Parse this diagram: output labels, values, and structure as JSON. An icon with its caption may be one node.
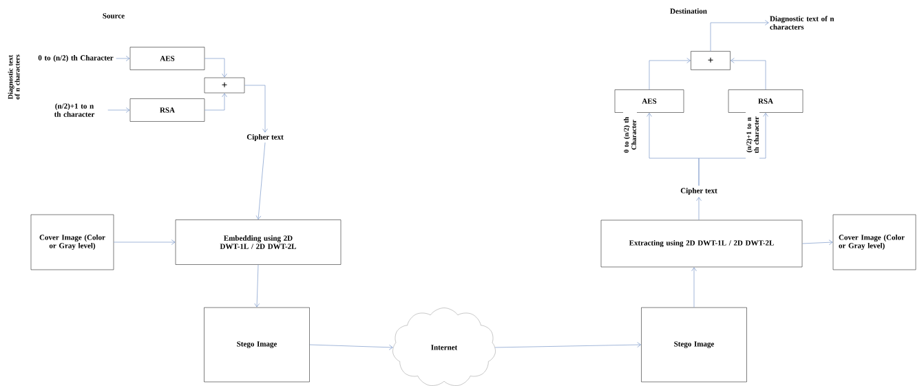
{
  "diagram": {
    "nodes": [
      {
        "text": [
          "0 to (n/2) th Character"
        ]
      },
      {
        "text": [
          "(n/2)+1 to n th character"
        ]
      },
      {
        "text": [
          "AES"
        ]
      },
      {
        "text": [
          "RSA"
        ]
      },
      {
        "text": [
          "+"
        ]
      },
      {
        "text": [
          "Cipher text"
        ]
      },
      {
        "text": [
          "Cover Image (Color or Gray level)"
        ]
      },
      {
        "text": [
          "Embedding using 2D DWT-1L / 2D DWT-2L"
        ]
      },
      {
        "text": [
          "Stego Image"
        ]
      },
      {
        "text": [
          "Internet"
        ]
      },
      {
        "text": [
          "Stego Image"
        ]
      },
      {
        "text": [
          "Extracting using 2D DWT-1L / 2D DWT-2L"
        ]
      },
      {
        "text": [
          "Cover Image (Color or Gray level)"
        ]
      },
      {
        "text": [
          "Cipher text"
        ]
      },
      {
        "text": [
          "AES"
        ]
      },
      {
        "text": [
          "RSA"
        ]
      },
      {
        "text": [
          "+"
        ]
      },
      {
        "text": [
          "Diagnostic text of n characters"
        ]
      }
    ],
    "edges": [
      {
        "from": 0,
        "to": 2,
        "arrow": "to"
      },
      {
        "from": 1,
        "to": 3,
        "arrow": "to"
      },
      {
        "from": 2,
        "to": 4,
        "arrow": "to"
      },
      {
        "from": 3,
        "to": 4,
        "arrow": "to"
      },
      {
        "from": 4,
        "to": 5,
        "arrow": "to"
      },
      {
        "from": 5,
        "to": 7,
        "arrow": "to"
      },
      {
        "from": 6,
        "to": 7,
        "arrow": "to"
      },
      {
        "from": 7,
        "to": 8,
        "arrow": "to"
      },
      {
        "from": 8,
        "to": 9,
        "arrow": "to"
      },
      {
        "from": 9,
        "to": 10,
        "arrow": "to"
      },
      {
        "from": 10,
        "to": 11,
        "arrow": "to"
      },
      {
        "from": 11,
        "to": 12,
        "arrow": "to"
      },
      {
        "from": 11,
        "to": 13,
        "arrow": "to"
      },
      {
        "from": 13,
        "to": 14,
        "arrow": "to",
        "label": "0 to (n/2) th Character"
      },
      {
        "from": 13,
        "to": 15,
        "arrow": "to",
        "label": "(n/2)+1 to n th character"
      },
      {
        "from": 14,
        "to": 16,
        "arrow": "to"
      },
      {
        "from": 15,
        "to": 16,
        "arrow": "to"
      },
      {
        "from": 16,
        "to": 17,
        "arrow": "to"
      }
    ],
    "labels": [
      "Source",
      "Diagnostic text of n characters",
      "Destination"
    ]
  }
}
